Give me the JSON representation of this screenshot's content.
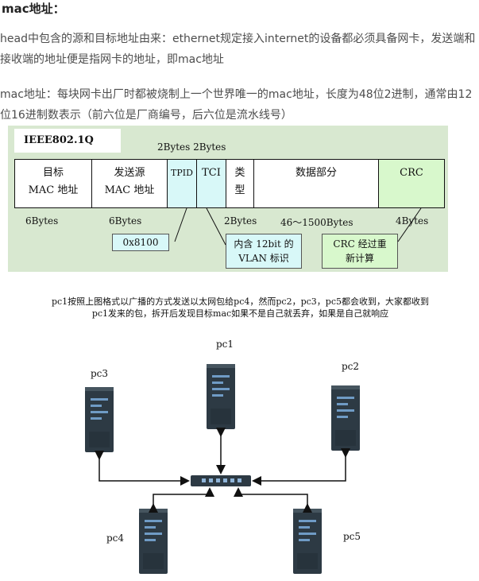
{
  "heading": "mac地址：",
  "paragraphs": [
    "head中包含的源和目标地址由来：ethernet规定接入internet的设备都必须具备网卡，发送端和接收端的地址便是指网卡的地址，即mac地址",
    "mac地址：每块网卡出厂时都被烧制上一个世界唯一的mac地址，长度为48位2进制，通常由12位16进制数表示（前六位是厂商编号，后六位是流水线号）"
  ],
  "frame": {
    "title": "IEEE802.1Q",
    "top_label": "2Bytes  2Bytes",
    "cells": [
      {
        "line1": "目标",
        "line2": "MAC 地址"
      },
      {
        "line1": "发送源",
        "line2": "MAC 地址"
      },
      {
        "line1": "TPID",
        "line2": ""
      },
      {
        "line1": "TCI",
        "line2": ""
      },
      {
        "line1": "类",
        "line2": "型"
      },
      {
        "line1": "数据部分",
        "line2": ""
      },
      {
        "line1": "CRC",
        "line2": ""
      }
    ],
    "size_labels": [
      "6Bytes",
      "6Bytes",
      "2Bytes",
      "46～1500Bytes",
      "4Bytes"
    ],
    "annotations": {
      "tpid_value": "0x8100",
      "tci_note_1": "内含 12bit 的",
      "tci_note_2": "VLAN 标识",
      "crc_note_1": "CRC 经过重",
      "crc_note_2": "新计算"
    },
    "colors": {
      "background": "#d8e8d0",
      "cyan": "#d8f8f8",
      "green": "#d8f8cc"
    }
  },
  "network": {
    "caption_1": "pc1按照上图格式以广播的方式发送以太网包给pc4，然而pc2，pc3，pc5都会收到，大家都收到",
    "caption_2": "pc1发来的包，拆开后发现目标mac如果不是自己就丢弃，如果是自己就响应",
    "pcs": [
      "pc1",
      "pc2",
      "pc3",
      "pc4",
      "pc5"
    ],
    "icons": [
      "server-icon",
      "switch-icon"
    ]
  }
}
